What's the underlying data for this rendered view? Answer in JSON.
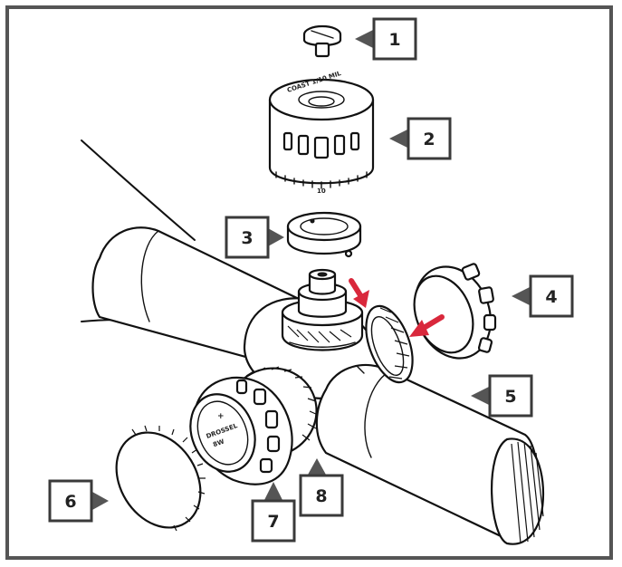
{
  "colors": {
    "frame": "#555555",
    "arrow_red": "#d9283c",
    "pointer": "#555555",
    "line": "#111111"
  },
  "callouts": [
    {
      "label": "1"
    },
    {
      "label": "2"
    },
    {
      "label": "3"
    },
    {
      "label": "4"
    },
    {
      "label": "5"
    },
    {
      "label": "6"
    },
    {
      "label": "7"
    },
    {
      "label": "8"
    }
  ],
  "cap_marking": {
    "plus": "+",
    "text": "DROSSEL",
    "sub": "8W"
  }
}
